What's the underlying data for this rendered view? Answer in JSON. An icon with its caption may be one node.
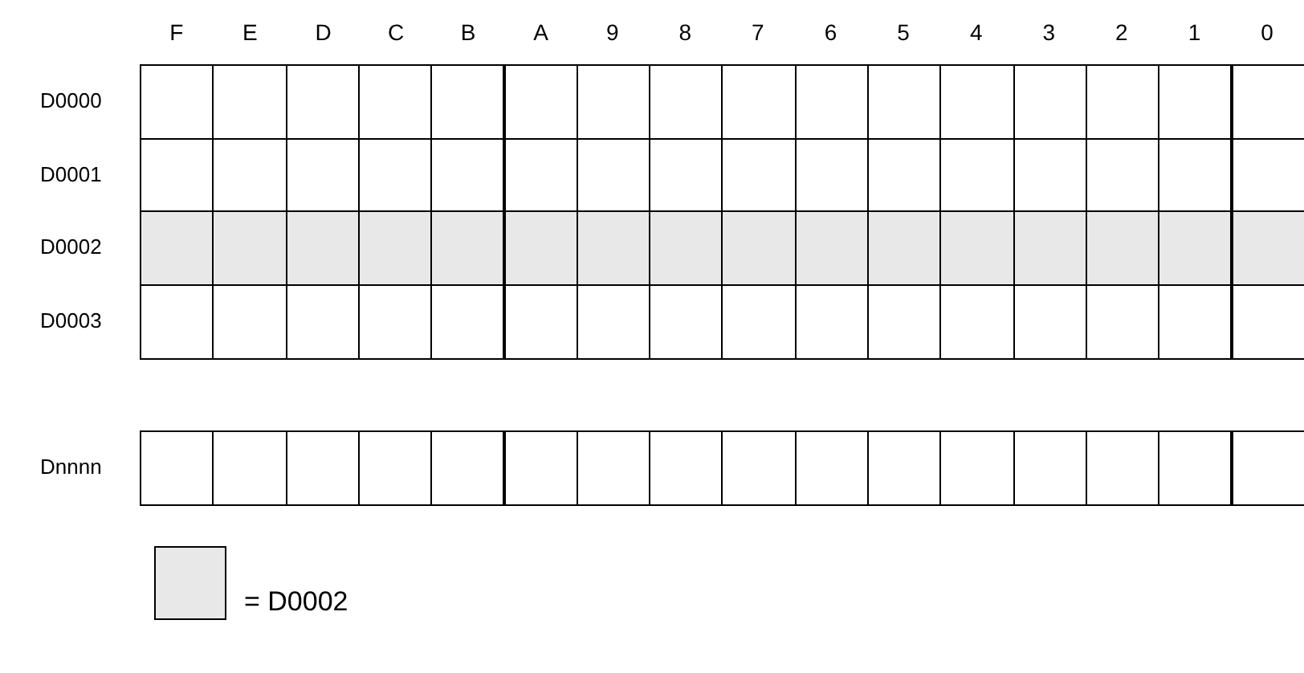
{
  "diagram": {
    "labels": [
      "F",
      "E",
      "D",
      "C",
      "B",
      "A",
      "9",
      "8",
      "7",
      "6",
      "5",
      "4",
      "3",
      "2",
      "1",
      "0",
      "D0000",
      "D0001",
      "D0002",
      "D0003",
      "Dnnnn"
    ],
    "legend": [
      {
        "text": "= D0002",
        "color": "#e8e8e8"
      }
    ]
  }
}
